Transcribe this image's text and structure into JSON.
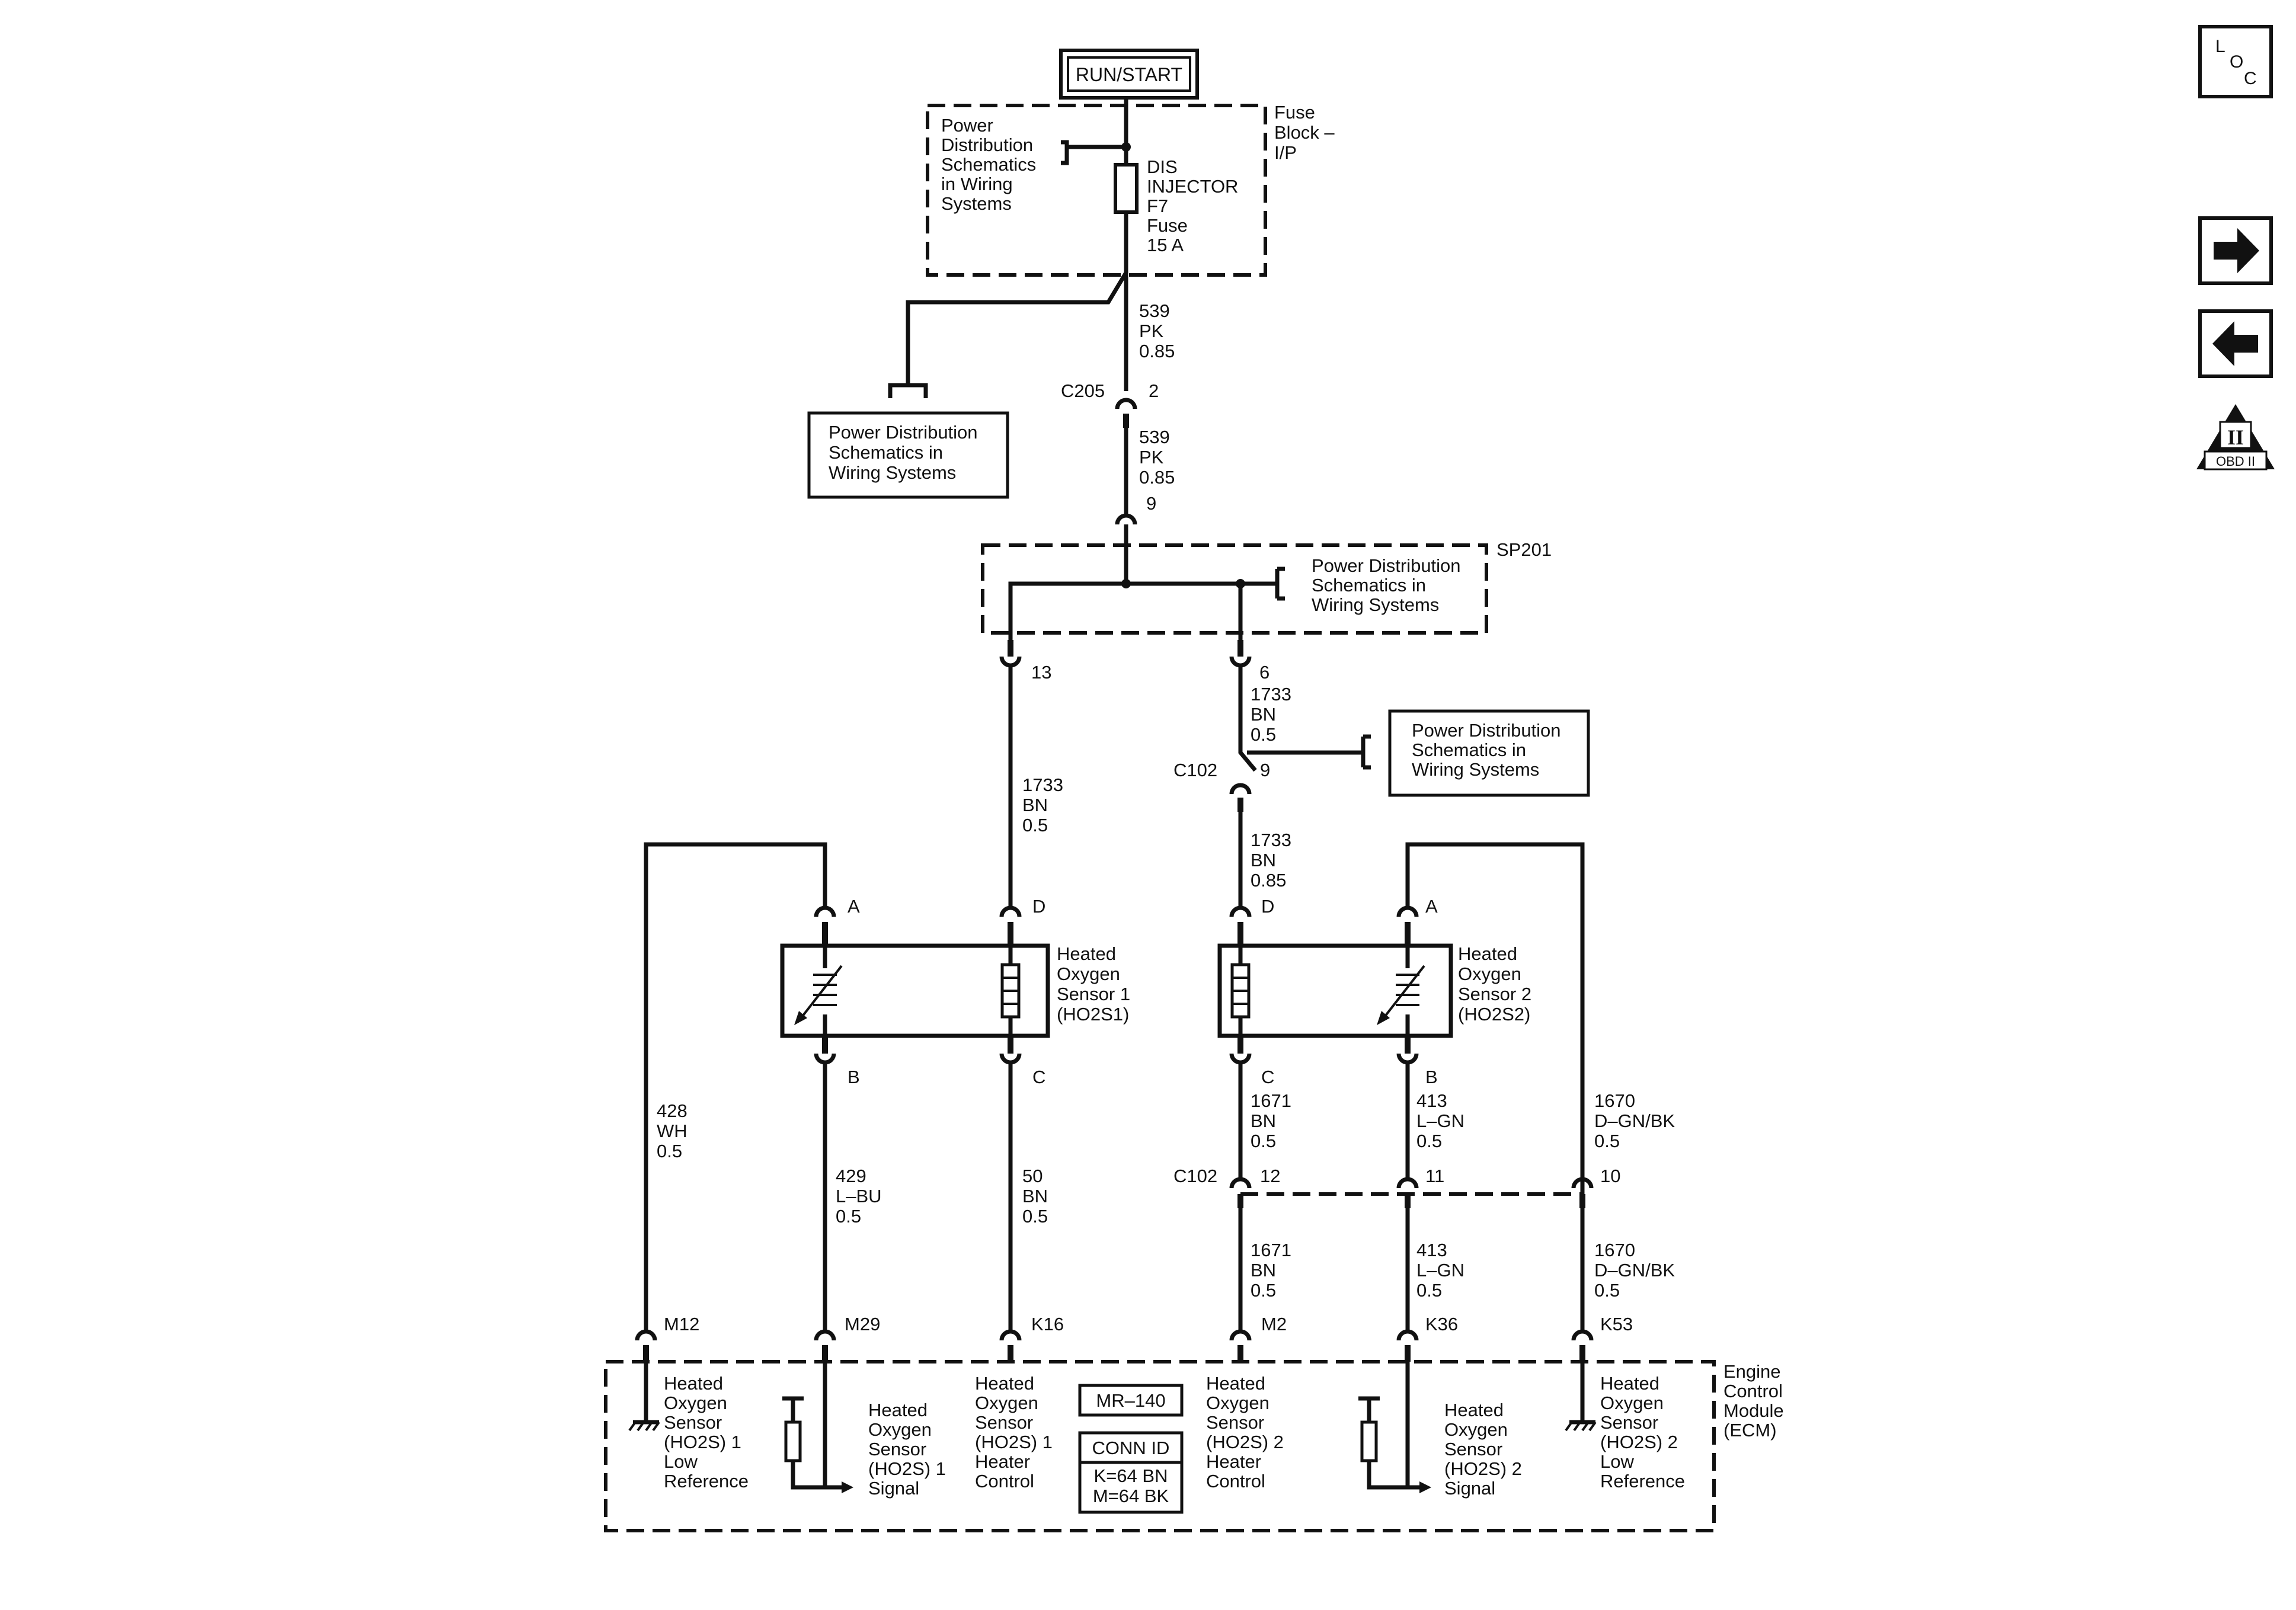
{
  "supply": {
    "label": "RUN/START"
  },
  "fuse_block": {
    "title": [
      "Fuse",
      "Block –",
      "I/P"
    ],
    "ref": [
      "Power",
      "Distribution",
      "Schematics",
      "in Wiring",
      "Systems"
    ],
    "fuse": [
      "DIS",
      "INJECTOR",
      "F7",
      "Fuse",
      "15 A"
    ]
  },
  "refs": {
    "left": [
      "Power Distribution",
      "Schematics in",
      "Wiring Systems"
    ],
    "splice": [
      "Power Distribution",
      "Schematics in",
      "Wiring Systems"
    ],
    "right": [
      "Power Distribution",
      "Schematics in",
      "Wiring Systems"
    ]
  },
  "connectors": {
    "c205": "C205",
    "c102_upper": "C102",
    "c102_lower": "C102",
    "splice": "SP201"
  },
  "pins": {
    "c205": "2",
    "splice_in": "9",
    "splice_left": "13",
    "splice_right": "6",
    "c102_9": "9",
    "s1_a": "A",
    "s1_d": "D",
    "s1_b": "B",
    "s1_c": "C",
    "s2_d": "D",
    "s2_a": "A",
    "s2_c": "C",
    "s2_b": "B",
    "c102_12": "12",
    "c102_11": "11",
    "c102_10": "10",
    "m12": "M12",
    "m29": "M29",
    "k16": "K16",
    "m2": "M2",
    "k36": "K36",
    "k53": "K53"
  },
  "wires": {
    "w539a": [
      "539",
      "PK",
      "0.85"
    ],
    "w539b": [
      "539",
      "PK",
      "0.85"
    ],
    "w1733a": [
      "1733",
      "BN",
      "0.5"
    ],
    "w1733b": [
      "1733",
      "BN",
      "0.5"
    ],
    "w1733c": [
      "1733",
      "BN",
      "0.85"
    ],
    "w428": [
      "428",
      "WH",
      "0.5"
    ],
    "w429": [
      "429",
      "L–BU",
      "0.5"
    ],
    "w50": [
      "50",
      "BN",
      "0.5"
    ],
    "w1671a": [
      "1671",
      "BN",
      "0.5"
    ],
    "w413a": [
      "413",
      "L–GN",
      "0.5"
    ],
    "w1670a": [
      "1670",
      "D–GN/BK",
      "0.5"
    ],
    "w1671b": [
      "1671",
      "BN",
      "0.5"
    ],
    "w413b": [
      "413",
      "L–GN",
      "0.5"
    ],
    "w1670b": [
      "1670",
      "D–GN/BK",
      "0.5"
    ]
  },
  "sensors": {
    "s1": [
      "Heated",
      "Oxygen",
      "Sensor 1",
      "(HO2S1)"
    ],
    "s2": [
      "Heated",
      "Oxygen",
      "Sensor 2",
      "(HO2S2)"
    ]
  },
  "ecm": {
    "title": [
      "Engine",
      "Control",
      "Module",
      "(ECM)"
    ],
    "m12": [
      "Heated",
      "Oxygen",
      "Sensor",
      "(HO2S) 1",
      "Low",
      "Reference"
    ],
    "m29": [
      "Heated",
      "Oxygen",
      "Sensor",
      "(HO2S) 1",
      "Signal"
    ],
    "k16": [
      "Heated",
      "Oxygen",
      "Sensor",
      "(HO2S) 1",
      "Heater",
      "Control"
    ],
    "m2": [
      "Heated",
      "Oxygen",
      "Sensor",
      "(HO2S) 2",
      "Heater",
      "Control"
    ],
    "k36": [
      "Heated",
      "Oxygen",
      "Sensor",
      "(HO2S) 2",
      "Signal"
    ],
    "k53": [
      "Heated",
      "Oxygen",
      "Sensor",
      "(HO2S) 2",
      "Low",
      "Reference"
    ],
    "mr": "MR–140",
    "conn_id": [
      "CONN ID",
      "K=64 BN",
      "M=64 BK"
    ]
  },
  "side": {
    "loc": [
      "L",
      "O",
      "C"
    ],
    "obd": "OBD II",
    "obd_roman": "II"
  },
  "colors": {
    "ink": "#111111",
    "background": "#ffffff"
  }
}
